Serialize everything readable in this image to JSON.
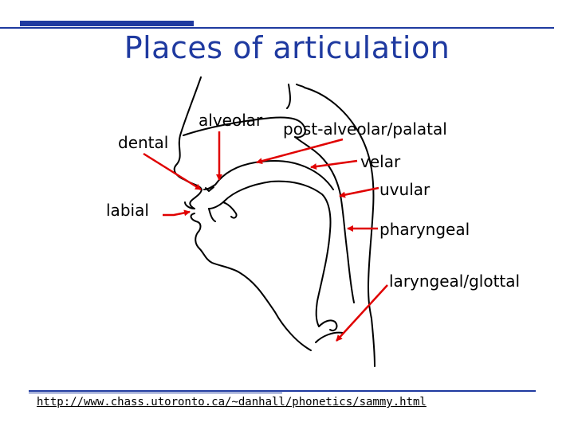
{
  "title": "Places of articulation",
  "labels": {
    "dental": "dental",
    "alveolar": "alveolar",
    "post_alveolar_palatal": "post-alveolar/palatal",
    "velar": "velar",
    "labial": "labial",
    "uvular": "uvular",
    "pharyngeal": "pharyngeal",
    "laryngeal_glottal": "laryngeal/glottal"
  },
  "source_url": "http://www.chass.utoronto.ca/~danhall/phonetics/sammy.html",
  "colors": {
    "accent": "#1f3aa0",
    "arrow": "#e00000",
    "outline": "#000000"
  }
}
